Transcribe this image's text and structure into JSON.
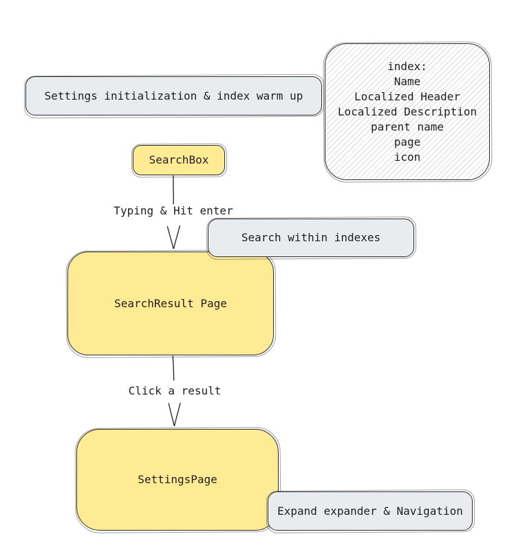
{
  "palette": {
    "yellow_fill": "#ffeb94",
    "gray_fill": "#e9ecef",
    "stroke": "#1e1e1e",
    "hatch_line": "#d9d9d9",
    "background": "#ffffff"
  },
  "nodes": {
    "settings_init": {
      "label": "Settings initialization & index warm up"
    },
    "index_fields": {
      "lines": [
        "index:",
        "Name",
        "Localized Header",
        "Localized Description",
        "parent name",
        "page",
        "icon"
      ]
    },
    "searchbox": {
      "label": "SearchBox"
    },
    "search_within": {
      "label": "Search within indexes"
    },
    "searchresult_page": {
      "label": "SearchResult Page"
    },
    "settings_page": {
      "label": "SettingsPage"
    },
    "expand_nav": {
      "label": "Expand expander & Navigation"
    }
  },
  "edges": {
    "typing": {
      "label": "Typing & Hit enter"
    },
    "click": {
      "label": "Click a result"
    }
  }
}
